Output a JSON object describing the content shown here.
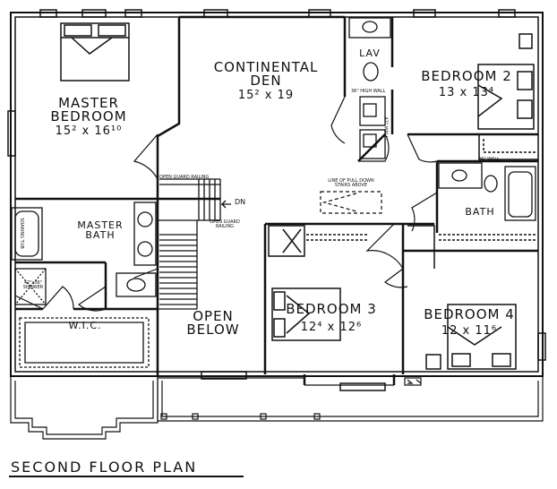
{
  "plan": {
    "caption": "SECOND FLOOR PLAN",
    "rooms": {
      "master_bedroom": {
        "name_l1": "MASTER",
        "name_l2": "BEDROOM",
        "dims": "15² x 16¹⁰"
      },
      "continental_den": {
        "name_l1": "CONTINENTAL",
        "name_l2": "DEN",
        "dims": "15² x 19"
      },
      "lav": {
        "name": "LAV"
      },
      "bedroom_2": {
        "name": "BEDROOM 2",
        "dims": "13 x 13⁴"
      },
      "master_bath": {
        "name_l1": "MASTER",
        "name_l2": "BATH"
      },
      "bath": {
        "name": "BATH"
      },
      "wic": {
        "name": "W.I.C."
      },
      "open_below": {
        "name_l1": "OPEN",
        "name_l2": "BELOW"
      },
      "bedroom_3": {
        "name": "BEDROOM 3",
        "dims": "12⁴ x 12⁶"
      },
      "bedroom_4": {
        "name": "BEDROOM 4",
        "dims": "12 x 11⁶"
      }
    },
    "notes": {
      "open_guard_railing_top": "OPEN GUARD RAILING",
      "open_guard_railing_bottom_l1": "OPEN GUARD",
      "open_guard_railing_bottom_l2": "RAILING",
      "down": "DN",
      "pull_down_stairs_l1": "LINE OF PULL DOWN",
      "pull_down_stairs_l2": "STAIRS ABOVE",
      "shower_l1": "42\"x36\"",
      "shower_l2": "SHOWER",
      "soaking_tub": "SOAKING TUB",
      "half_wall_1": "36\" HIGH WALL",
      "half_wall_2": "42\" WALL",
      "half_wall_3": "36\" WALL"
    }
  }
}
